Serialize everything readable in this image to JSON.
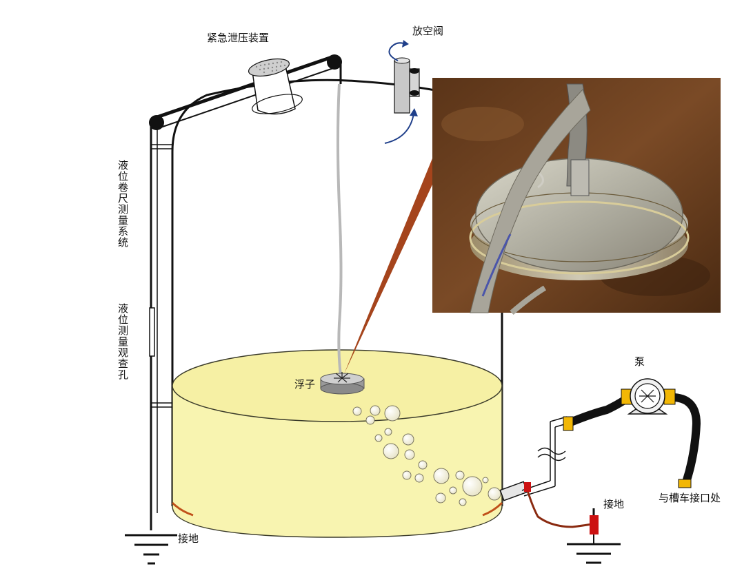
{
  "labels": {
    "emergency_vent": "紧急泄压装置",
    "vent_valve": "放空阀",
    "tape_gauge_system": "液位卷尺测量系统",
    "inspection_hole": "液位测量观查孔",
    "float": "浮子",
    "pump": "泵",
    "ground_left": "接地",
    "ground_right": "接地",
    "tanker_connection": "与槽车接口处"
  },
  "colors": {
    "liquid": "#f8f4b0",
    "liquid_outline": "#3a3a2a",
    "hose": "#111111",
    "fitting": "#f2b705",
    "ground_clamp": "#cc1111",
    "ground_wire": "#8a2a10",
    "arrow": "#1f3f8a",
    "photo_beam": "#a03a10"
  },
  "icons": {
    "pump": "pump-icon",
    "ground": "ground-symbol-icon",
    "valve_arrows": "flow-arrow-icon"
  }
}
